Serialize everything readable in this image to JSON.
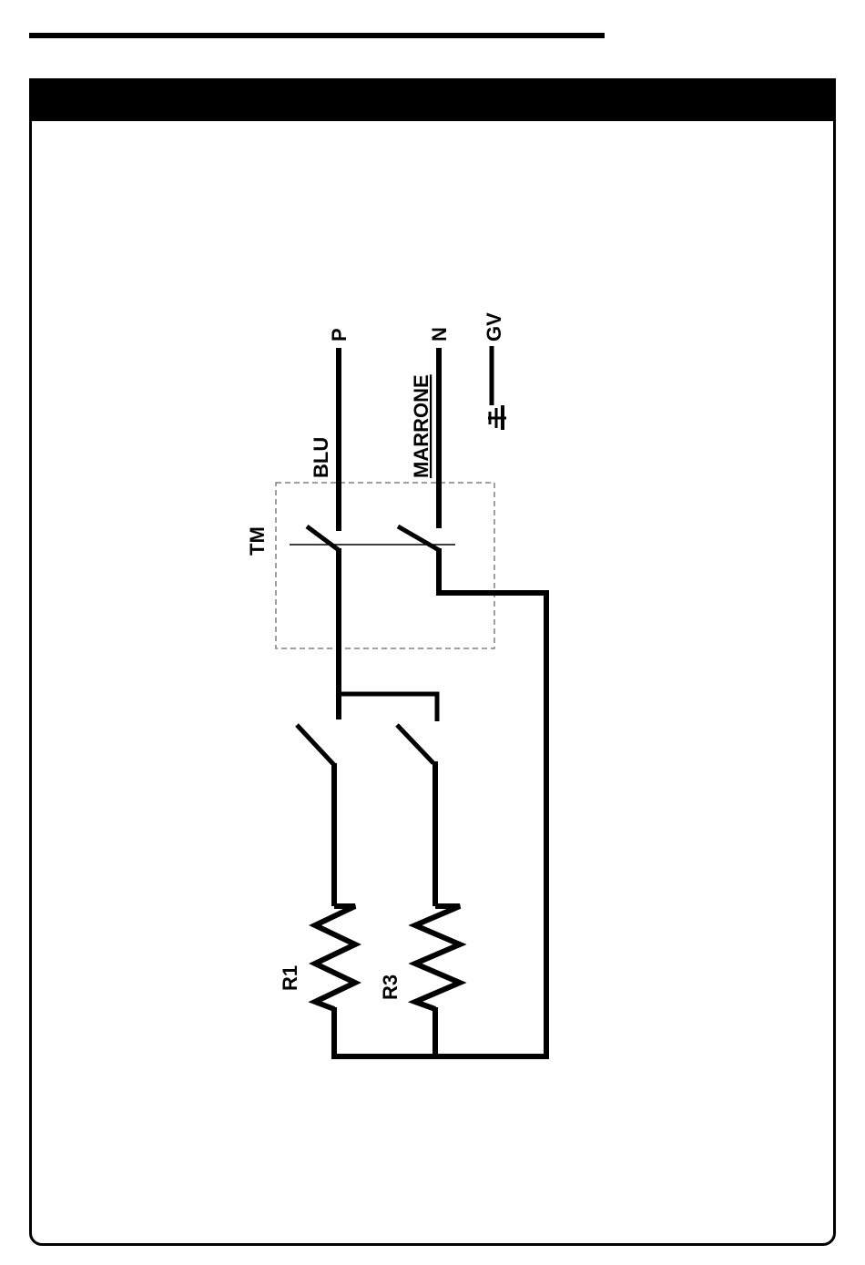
{
  "diagram": {
    "labels": {
      "p": "P",
      "n": "N",
      "gv": "GV",
      "blu": "BLU",
      "marrone": "MARRONE",
      "tm": "TM",
      "r1": "R1",
      "r3": "R3"
    }
  },
  "colors": {
    "line": "#000000",
    "dashed_box": "#808080",
    "background": "#ffffff"
  }
}
